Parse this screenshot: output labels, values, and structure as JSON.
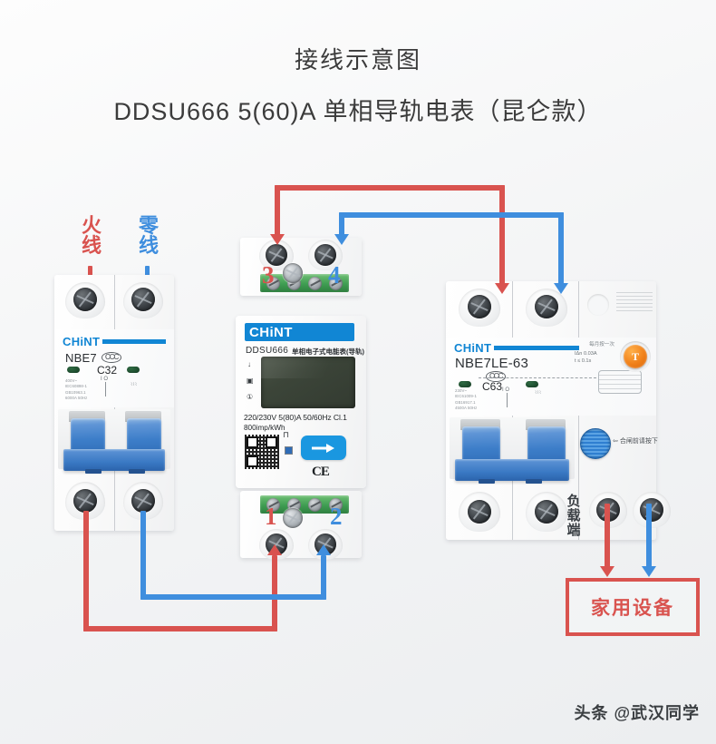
{
  "title": {
    "line1": "接线示意图",
    "line2": "DDSU666 5(60)A 单相导轨电表（昆仑款）"
  },
  "colors": {
    "live_red": "#d9534f",
    "neutral_blue": "#3f8ede",
    "brand_blue": "#1186d4",
    "terminal_green": "#3f9d52",
    "test_orange": "#f08019"
  },
  "labels": {
    "live": "火线",
    "neutral": "零线",
    "load_side": "负载端",
    "load_device": "家用设备"
  },
  "left_breaker": {
    "brand": "CHiNT",
    "model": "NBE7",
    "cert": "CCC",
    "rating": "C32",
    "fineprint": "400V~\nIEC60898-1\nGB10963.1\n6000A 50Hz",
    "io_marks": "I\nO"
  },
  "meter": {
    "brand": "CHiNT",
    "model": "DDSU666",
    "description": "单相电子式电能表(导轨)",
    "spec_line": "220/230V   5(80)A   50/60Hz   Cl.1",
    "imp_rate": "800imp/kWh",
    "ce_mark": "CE",
    "terminals": {
      "top_left": "3",
      "top_right": "4",
      "bottom_left": "1",
      "bottom_right": "2"
    },
    "side_icons": [
      "down-arrow-icon",
      "square-icon",
      "circle-one-icon"
    ]
  },
  "right_breaker": {
    "brand": "CHiNT",
    "model": "NBE7LE-63",
    "cert": "CCC",
    "rating": "C63",
    "fineprint": "230V~\nIEC61009-1\nGB16917.1\n4500A 50Hz",
    "io_marks": "I\nO",
    "rcd_test_note": "每月按一次",
    "rcd_spec": "IΔn   0.03A\nt  ≤  0.1s",
    "test_button": "T",
    "knob_label": "合闸前请按下"
  },
  "footer": {
    "watermark": "头条 @武汉同学"
  },
  "wiring": {
    "top_red_from": "3",
    "top_blue_from": "4",
    "bottom_red_to": "1",
    "bottom_blue_to": "2"
  }
}
